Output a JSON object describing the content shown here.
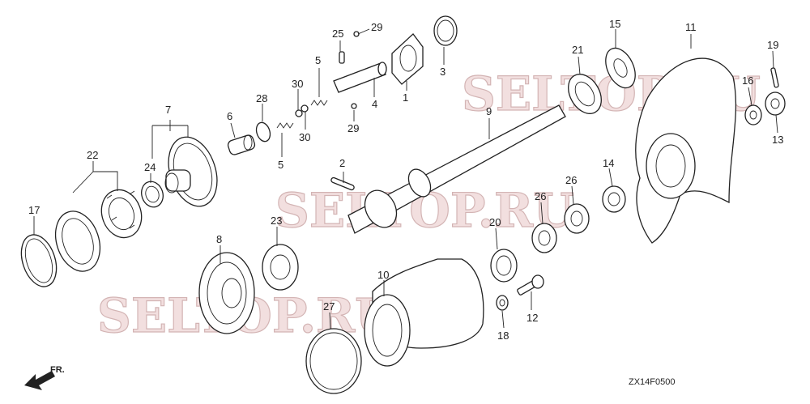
{
  "diagram": {
    "code": "ZX14F0500",
    "front_label": "FR.",
    "watermark": "SELTOP.RU",
    "callouts": [
      "1",
      "2",
      "3",
      "4",
      "5",
      "5",
      "6",
      "7",
      "8",
      "9",
      "10",
      "11",
      "12",
      "13",
      "14",
      "15",
      "16",
      "17",
      "18",
      "19",
      "20",
      "21",
      "22",
      "23",
      "24",
      "25",
      "26",
      "26",
      "27",
      "28",
      "29",
      "29",
      "30",
      "30"
    ]
  }
}
